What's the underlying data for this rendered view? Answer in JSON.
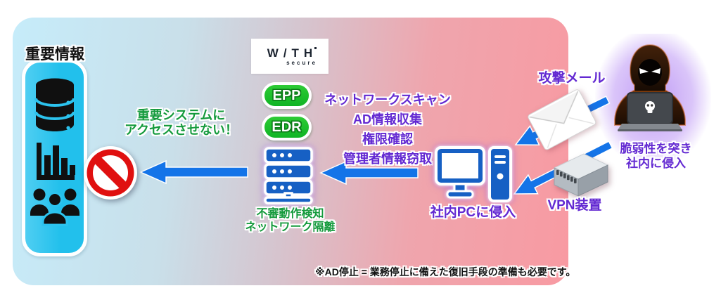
{
  "zone": {
    "label": "重要情報",
    "icons": [
      "database-icon",
      "bar-chart-icon",
      "users-icon"
    ]
  },
  "defense": {
    "message_line1": "重要システムに",
    "message_line2": "アクセスさせない！",
    "logo": {
      "brand": "W/TH",
      "sub": "secure"
    },
    "products": {
      "epp": "EPP",
      "edr": "EDR"
    },
    "detection_line1": "不審動作検知",
    "detection_line2": "ネットワーク隔離"
  },
  "attack": {
    "steps": [
      "ネットワークスキャン",
      "AD情報収集",
      "権限確認",
      "管理者情報窃取"
    ],
    "pc_caption": "社内PCに侵入",
    "mail_caption": "攻撃メール",
    "vpn_caption": "VPN装置",
    "hacker_caption_line1": "脆弱性を突き",
    "hacker_caption_line2": "社内に侵入"
  },
  "page": {
    "footnote": "※AD停止 = 業務停止に備えた復旧手段の準備も必要です。"
  },
  "colors": {
    "accent_purple": "#6329d2",
    "accent_green": "#149a3c",
    "arrow_blue": "#1474e8",
    "product_green": "#17bd2e",
    "zone_cyan": "#2cc3ee",
    "prohibit_red": "#e01010",
    "server_blue": "#1660c4",
    "bg_gradient_left": "#c6ecfa",
    "bg_gradient_right": "#f89aa2",
    "hacker_glow_purple": "#9e66f0"
  }
}
